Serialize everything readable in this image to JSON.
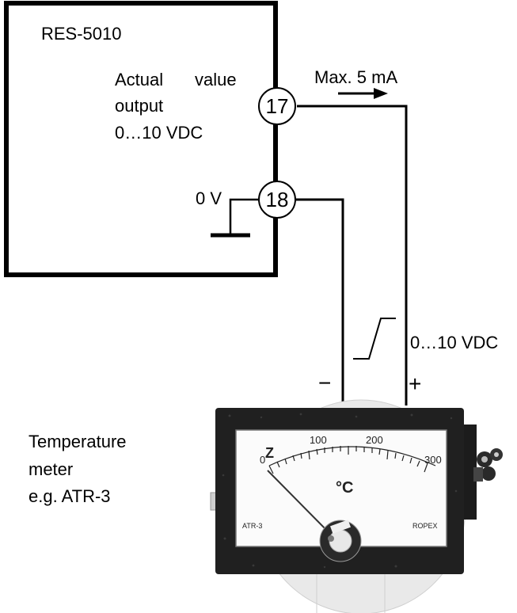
{
  "controller": {
    "model": "RES-5010",
    "output_label_line1_a": "Actual",
    "output_label_line1_b": "value",
    "output_label_line2": "output",
    "output_label_line3": "0…10 VDC",
    "ground_label": "0 V"
  },
  "terminals": [
    {
      "number": "17"
    },
    {
      "number": "18"
    }
  ],
  "current_note": "Max. 5 mA",
  "signal_label": "0…10 VDC",
  "polarity": {
    "minus": "−",
    "plus": "+"
  },
  "meter_caption": {
    "line1": "Temperature",
    "line2": "meter",
    "line3": "e.g. ATR-3"
  },
  "meter": {
    "scale_labels": [
      "0",
      "100",
      "200",
      "300"
    ],
    "unit": "°C",
    "brand_mark": "Z",
    "model_mark": "ATR-3",
    "maker_mark": "ROPEX"
  }
}
